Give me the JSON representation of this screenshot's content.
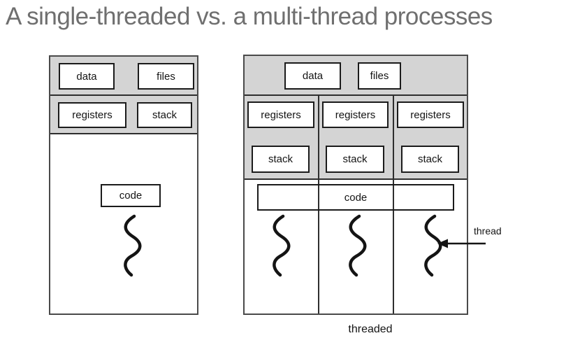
{
  "title": "A single-threaded vs. a multi-thread processes",
  "colors": {
    "title_gray": "#6f6f6f",
    "diagram_fill_gray": "#d4d4d4",
    "outer_border": "#4a4a4a",
    "inner_border": "#1b1b1b",
    "background": "#ffffff",
    "thread_black": "#141414"
  },
  "single_process": {
    "data_label": "data",
    "files_label": "files",
    "registers_label": "registers",
    "stack_label": "stack",
    "code_label": "code",
    "thread_count": 1
  },
  "multi_process": {
    "data_label": "data",
    "files_label": "files",
    "registers_labels": [
      "registers",
      "registers",
      "registers"
    ],
    "stack_labels": [
      "stack",
      "stack",
      "stack"
    ],
    "code_label": "code",
    "thread_count": 3
  },
  "annotations": {
    "thread_label": "thread",
    "caption": "threaded"
  }
}
